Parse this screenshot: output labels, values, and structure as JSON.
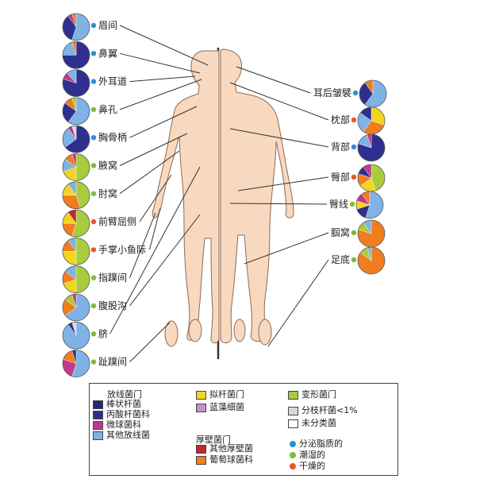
{
  "colors": {
    "corynebacterium": "#1f2a7a",
    "propionibacterium": "#2f2f8f",
    "micrococcus": "#c0398c",
    "other_actinobacteria": "#7fb2e5",
    "bacteroidetes": "#f2d51e",
    "cyanobacteria": "#c78fd0",
    "proteobacteria": "#a8cc3c",
    "unclassified_lt1": "#d8d8d8",
    "unclassified": "#ffffff",
    "other_firmicutes": "#c1272d",
    "staphylococcus": "#f07e1e",
    "dot_sebaceous": "#2b8fd4",
    "dot_moist": "#7dbb3a",
    "dot_dry": "#e9562a"
  },
  "sites_left": [
    {
      "label": "眉间",
      "dot": "sebaceous",
      "pie": [
        [
          "other_actinobacteria",
          0.55
        ],
        [
          "propionibacterium",
          0.35
        ],
        [
          "micrococcus",
          0.05
        ],
        [
          "staphylococcus",
          0.05
        ]
      ]
    },
    {
      "label": "鼻翼",
      "dot": "sebaceous",
      "pie": [
        [
          "propionibacterium",
          0.75
        ],
        [
          "other_actinobacteria",
          0.2
        ],
        [
          "staphylococcus",
          0.05
        ]
      ]
    },
    {
      "label": "外耳道",
      "dot": "sebaceous",
      "pie": [
        [
          "propionibacterium",
          0.8
        ],
        [
          "micrococcus",
          0.08
        ],
        [
          "other_actinobacteria",
          0.12
        ]
      ]
    },
    {
      "label": "鼻孔",
      "dot": "moist",
      "pie": [
        [
          "other_actinobacteria",
          0.6
        ],
        [
          "propionibacterium",
          0.25
        ],
        [
          "staphylococcus",
          0.1
        ],
        [
          "proteobacteria",
          0.05
        ]
      ]
    },
    {
      "label": "胸骨柄",
      "dot": "sebaceous",
      "pie": [
        [
          "propionibacterium",
          0.65
        ],
        [
          "other_actinobacteria",
          0.25
        ],
        [
          "micrococcus",
          0.05
        ],
        [
          "unclassified_lt1",
          0.05
        ]
      ]
    },
    {
      "label": "腋窝",
      "dot": "moist",
      "pie": [
        [
          "proteobacteria",
          0.5
        ],
        [
          "bacteroidetes",
          0.2
        ],
        [
          "other_actinobacteria",
          0.15
        ],
        [
          "staphylococcus",
          0.1
        ],
        [
          "micrococcus",
          0.05
        ]
      ]
    },
    {
      "label": "肘窝",
      "dot": "moist",
      "pie": [
        [
          "proteobacteria",
          0.45
        ],
        [
          "staphylococcus",
          0.3
        ],
        [
          "bacteroidetes",
          0.15
        ],
        [
          "other_actinobacteria",
          0.1
        ]
      ]
    },
    {
      "label": "前臂屈侧",
      "dot": "dry",
      "pie": [
        [
          "proteobacteria",
          0.55
        ],
        [
          "staphylococcus",
          0.2
        ],
        [
          "bacteroidetes",
          0.15
        ],
        [
          "other_firmicutes",
          0.1
        ]
      ]
    },
    {
      "label": "手掌小鱼际",
      "dot": "dry",
      "pie": [
        [
          "proteobacteria",
          0.5
        ],
        [
          "bacteroidetes",
          0.25
        ],
        [
          "staphylococcus",
          0.15
        ],
        [
          "other_actinobacteria",
          0.1
        ]
      ]
    },
    {
      "label": "指蹼间",
      "dot": "moist",
      "pie": [
        [
          "proteobacteria",
          0.5
        ],
        [
          "bacteroidetes",
          0.2
        ],
        [
          "staphylococcus",
          0.15
        ],
        [
          "other_actinobacteria",
          0.15
        ]
      ]
    },
    {
      "label": "腹股沟",
      "dot": "moist",
      "pie": [
        [
          "other_actinobacteria",
          0.65
        ],
        [
          "staphylococcus",
          0.2
        ],
        [
          "proteobacteria",
          0.1
        ],
        [
          "micrococcus",
          0.05
        ]
      ]
    },
    {
      "label": "脐",
      "dot": "moist",
      "pie": [
        [
          "other_actinobacteria",
          0.9
        ],
        [
          "propionibacterium",
          0.05
        ],
        [
          "unclassified_lt1",
          0.05
        ]
      ]
    },
    {
      "label": "趾蹼间",
      "dot": "moist",
      "pie": [
        [
          "other_actinobacteria",
          0.55
        ],
        [
          "micrococcus",
          0.25
        ],
        [
          "staphylococcus",
          0.15
        ],
        [
          "propionibacterium",
          0.05
        ]
      ]
    }
  ],
  "sites_right": [
    {
      "label": "耳后皱襞",
      "dot": "sebaceous",
      "pie": [
        [
          "other_actinobacteria",
          0.6
        ],
        [
          "propionibacterium",
          0.3
        ],
        [
          "staphylococcus",
          0.1
        ]
      ]
    },
    {
      "label": "枕部",
      "dot": "dry",
      "pie": [
        [
          "bacteroidetes",
          0.3
        ],
        [
          "staphylococcus",
          0.3
        ],
        [
          "other_actinobacteria",
          0.25
        ],
        [
          "propionibacterium",
          0.15
        ]
      ]
    },
    {
      "label": "背部",
      "dot": "sebaceous",
      "pie": [
        [
          "propionibacterium",
          0.8
        ],
        [
          "other_actinobacteria",
          0.15
        ],
        [
          "micrococcus",
          0.05
        ]
      ]
    },
    {
      "label": "臀部",
      "dot": "dry",
      "pie": [
        [
          "proteobacteria",
          0.45
        ],
        [
          "bacteroidetes",
          0.2
        ],
        [
          "staphylococcus",
          0.15
        ],
        [
          "propionibacterium",
          0.1
        ],
        [
          "micrococcus",
          0.1
        ]
      ]
    },
    {
      "label": "臀线",
      "dot": "moist",
      "pie": [
        [
          "other_actinobacteria",
          0.55
        ],
        [
          "propionibacterium",
          0.15
        ],
        [
          "bacteroidetes",
          0.1
        ],
        [
          "micrococcus",
          0.1
        ],
        [
          "staphylococcus",
          0.1
        ]
      ]
    },
    {
      "label": "腘窝",
      "dot": "moist",
      "pie": [
        [
          "staphylococcus",
          0.8
        ],
        [
          "proteobacteria",
          0.1
        ],
        [
          "other_actinobacteria",
          0.1
        ]
      ]
    },
    {
      "label": "足底",
      "dot": "moist",
      "pie": [
        [
          "staphylococcus",
          0.85
        ],
        [
          "proteobacteria",
          0.1
        ],
        [
          "other_actinobacteria",
          0.05
        ]
      ]
    }
  ],
  "legend": {
    "actinobacteria_title": "放线菌门",
    "actinobacteria_items": [
      {
        "key": "corynebacterium",
        "label": "棒状杆菌"
      },
      {
        "key": "propionibacterium",
        "label": "丙酸杆菌科"
      },
      {
        "key": "micrococcus",
        "label": "微球菌科"
      },
      {
        "key": "other_actinobacteria",
        "label": "其他放线菌"
      }
    ],
    "bacteroidetes": {
      "key": "bacteroidetes",
      "label": "拟杆菌门"
    },
    "cyanobacteria": {
      "key": "cyanobacteria",
      "label": "蓝藻细菌"
    },
    "firmicutes_title": "厚壁菌门",
    "firmicutes_items": [
      {
        "key": "other_firmicutes",
        "label": "其他厚壁菌"
      },
      {
        "key": "staphylococcus",
        "label": "葡萄球菌科"
      }
    ],
    "proteobacteria": {
      "key": "proteobacteria",
      "label": "变形菌门"
    },
    "unclassified_lt1": {
      "key": "unclassified_lt1",
      "label": "分枝杆菌<1%"
    },
    "unclassified": {
      "key": "unclassified",
      "label": "未分类菌"
    },
    "dots": [
      {
        "key": "dot_sebaceous",
        "label": "分泌脂质的"
      },
      {
        "key": "dot_moist",
        "label": "潮湿的"
      },
      {
        "key": "dot_dry",
        "label": "干燥的"
      }
    ]
  }
}
